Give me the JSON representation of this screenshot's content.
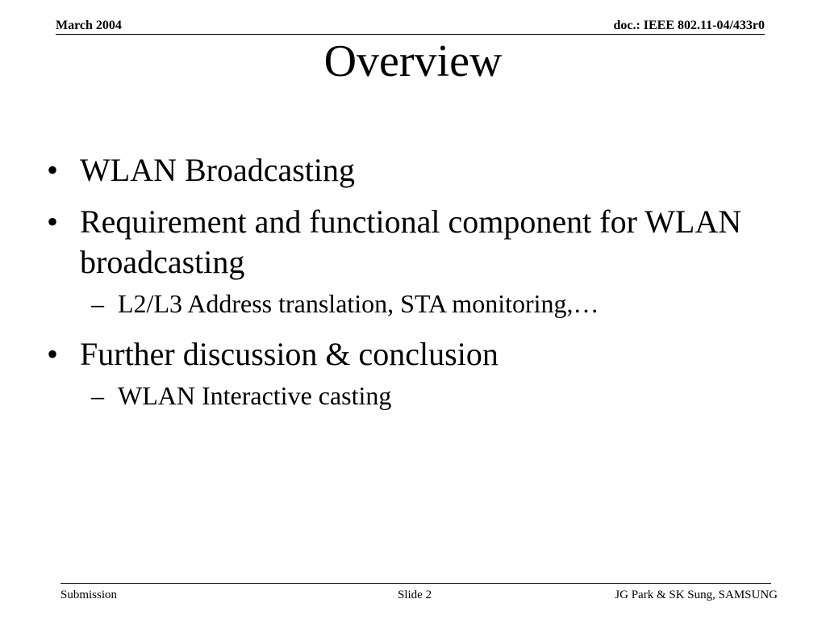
{
  "header": {
    "date": "March 2004",
    "doc_id": "doc.: IEEE 802.11-04/433r0"
  },
  "slide": {
    "title": "Overview",
    "bullet_mark": "•",
    "sub_mark": "–",
    "bullets": [
      {
        "text": "WLAN Broadcasting"
      },
      {
        "text": "Requirement and functional component for WLAN broadcasting",
        "sub": "L2/L3 Address translation, STA monitoring,…"
      },
      {
        "text": "Further discussion & conclusion",
        "sub": "WLAN Interactive casting"
      }
    ]
  },
  "footer": {
    "left": "Submission",
    "center": "Slide 2",
    "right": "JG Park & SK Sung, SAMSUNG"
  }
}
